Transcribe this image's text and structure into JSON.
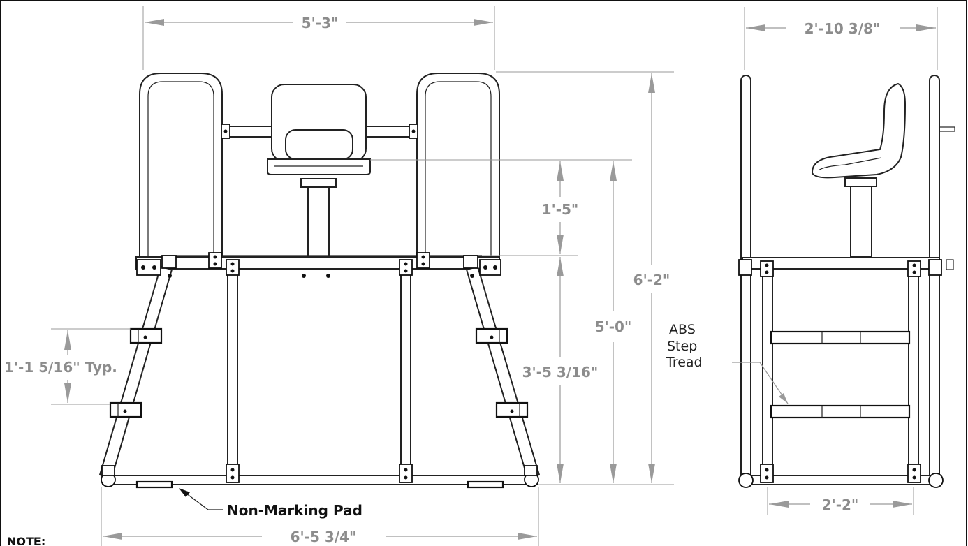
{
  "dimensions": {
    "front_width": "5'-3\"",
    "side_width": "2'-10 3/8\"",
    "seat_rise": "1'-5\"",
    "overall_height": "6'-2\"",
    "seat_height": "5'-0\"",
    "platform_height": "3'-5 3/16\"",
    "step_spacing": "1'-1 5/16\" Typ.",
    "base_width": "6'-5 3/4\"",
    "side_base_width": "2'-2\""
  },
  "labels": {
    "abs_line1": "ABS",
    "abs_line2": "Step",
    "abs_line3": "Tread",
    "pad": "Non-Marking Pad",
    "note": "NOTE:"
  }
}
